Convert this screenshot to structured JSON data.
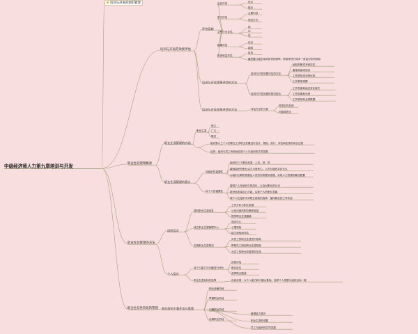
{
  "root": "中级经济师人力第九章培训与开发",
  "top_note": "培训与开发的组织管理",
  "branches": {
    "eval": {
      "label": "培训与开发的效果评估",
      "sub1": {
        "label": "评估层级",
        "items": [
          {
            "label": "反应评估",
            "leaves": [
              "优点",
              "缺点"
            ]
          },
          {
            "label": "学习评估",
            "leaves": [
              "主要内容",
              "测试方式"
            ]
          },
          {
            "label": "工作行为评估",
            "leaves": [
              "前",
              "中",
              "后"
            ]
          },
          {
            "label": "结果评估",
            "leaves": [
              "优点",
              "缺陷"
            ]
          },
          {
            "label": "投资收益评估",
            "leaves": [
              "目标",
              "最终要计算出培训投资回报率，即用来进行成本一效益分析的指标"
            ]
          }
        ]
      },
      "sub2": {
        "label": "培训与开发效果评估的方法",
        "g1": {
          "label": "培训与开发效果评估的方法",
          "leaves": [
            "经验判断或专家评定",
            "直接测量或测试",
            "工作绩效或业绩比较",
            "工作表现观察"
          ]
        },
        "g2": {
          "label": "培训与开发效果的回归结合",
          "leaves": [
            "工作态度和适应变化能力",
            "工作效果和业绩",
            "工作绩效和业绩数据"
          ]
        }
      },
      "sub3": {
        "label": "培训与开发效果评估的方法",
        "mid": "评估方法的分类",
        "leaves": [
          "现场实时反馈",
          "问卷调查法"
        ]
      }
    },
    "career": {
      "label": "职业生涯管理概述",
      "concept": {
        "label": "职业生涯管理的内涵",
        "c1": {
          "label": "职业生涯",
          "leaves": [
            "狭义",
            "广义",
            "概念"
          ]
        },
        "c2": {
          "label": "",
          "leaves": [
            "组织是以工个人的职业工作职业发展进行设计、规划、执行、评估和反馈的综合过程",
            "目的：组织与员工有效地实现个人与组织的共同发展"
          ]
        }
      },
      "meaning": {
        "label": "职业生涯管理的意义",
        "m1": {
          "label": "对组织的重要性",
          "leaves": [
            "组织的三个基本资源：人员、财、物",
            "增强组织的职业活力与竞争力，人员与组织并存长久",
            "为组织长期的发展及人员的安排提供依据，实现人力资源的最佳配置"
          ]
        },
        "m2": {
          "label": "对个人的重要性",
          "leaves": [
            "增强个人在组织中的成长，以及对职业的认识",
            "更好地发挥自己才能，实现个人的职业发展",
            "使个人在组织中对职业持续的追求，保持稳定的工作状态"
          ]
        }
      }
    },
    "method": {
      "label": "职业生涯管理的方法",
      "org": {
        "label": "组织层次",
        "o1": {
          "label": "提供职业生涯信息",
          "leaves": [
            "工作分析与职业发展",
            "公司内部的职位需求信息",
            "提供职业生涯通道"
          ]
        },
        "o2": {
          "label": "成立职业生涯管理中心",
          "leaves": [
            "测评中心",
            "心理测验",
            "能力测验和评估"
          ]
        },
        "o3": {
          "label": "实施职业生涯规划",
          "leaves": [
            "对员工的职业生涯进行规划",
            "帮助员工制定职业生涯规划",
            "为员工的职业发展提供支持"
          ]
        }
      },
      "personal": {
        "label": "个人层次",
        "p1": {
          "label": "对个人能力与兴趣进行分析",
          "leaves": [
            "自我评估",
            "职业定位",
            "选择职业路线"
          ]
        },
        "p2": {
          "label": "职业生涯目标的选择",
          "leaves": [
            "自我实现：以个人能力和兴趣为基础，追求个人发展与组织目标一致"
          ]
        }
      }
    },
    "stages": {
      "label": "职业生涯各阶段的管理",
      "s1": {
        "label": "各阶段的主要任务与管理",
        "leaves": [
          "职业准备阶段",
          "早期职业阶段",
          "中期职业阶段",
          "后期职业阶段"
        ]
      },
      "extra": [
        "管理能力提升",
        "职业生涯的调整",
        "员工与组织的共同发展"
      ]
    }
  }
}
